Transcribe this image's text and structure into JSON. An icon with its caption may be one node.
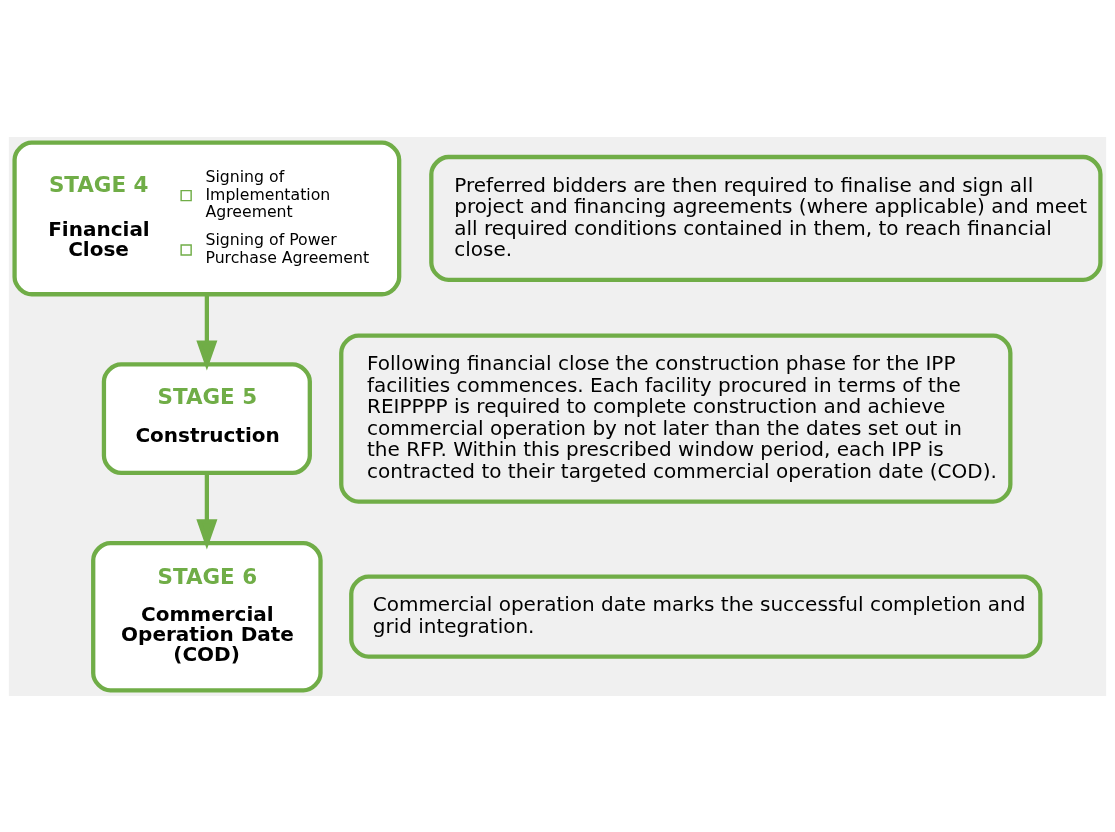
{
  "diagram": {
    "nodes": [
      {
        "text": [
          "STAGE 4",
          "Financial Close",
          "Signing of Implementation Agreement",
          "Signing of Power Purchase Agreement"
        ]
      },
      {
        "text": [
          "Preferred bidders are then required to finalise and sign all project and financing agreements (where applicable) and meet all required conditions contained in them, to reach financial close."
        ]
      },
      {
        "text": [
          "STAGE 5",
          "Construction"
        ]
      },
      {
        "text": [
          "Following financial close the construction phase for the IPP facilities commences. Each facility procured in terms of the REIPPPP is required to complete construction and achieve commercial operation by not later than the dates set out in the RFP. Within this prescribed window period, each IPP is contracted to their targeted commercial operation date (COD)."
        ]
      },
      {
        "text": [
          "STAGE 6",
          "Commercial Operation Date (COD)"
        ]
      },
      {
        "text": [
          "Commercial operation date marks the successful completion and grid integration."
        ]
      }
    ],
    "edges": [
      {
        "from": 0,
        "to": 2,
        "arrow": "to"
      },
      {
        "from": 2,
        "to": 4,
        "arrow": "to"
      }
    ]
  }
}
